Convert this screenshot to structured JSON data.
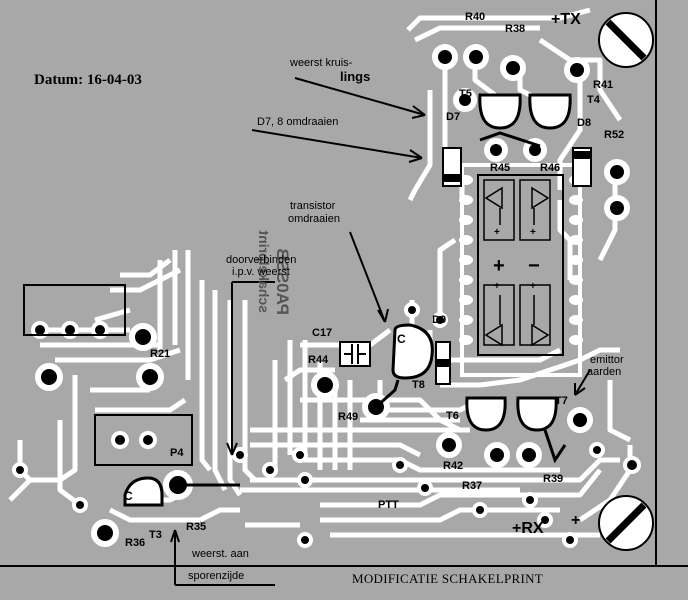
{
  "date_label": "Datum: 16-04-03",
  "title": "MODIFICATIE SCHAKELPRINT",
  "supply_tx": "+TX",
  "supply_rx": "+RX",
  "supply_plus": "+",
  "ptt": "PTT",
  "mirrored_text": {
    "line1": "PA0SSB",
    "line2": "schakelprint"
  },
  "annotations": {
    "weerst_kruislings_1": "weerst kruis-",
    "weerst_kruislings_2": "lings",
    "d7_d8": "D7, 8 omdraaien",
    "transistor_1": "transistor",
    "transistor_2": "omdraaien",
    "doorverbinden_1": "doorverbinden",
    "doorverbinden_2": "i.p.v. weerst",
    "emittor_1": "emittor",
    "emittor_2": "aarden",
    "weerst_aan": "weerst. aan",
    "sporenzijde": "sporenzijde"
  },
  "components": {
    "R40": "R40",
    "R38": "R38",
    "R41": "R41",
    "T5": "T5",
    "T4": "T4",
    "D7": "D7",
    "D8": "D8",
    "R52": "R52",
    "R45": "R45",
    "R46": "R46",
    "C17": "C17",
    "D9": "D9",
    "R44": "R44",
    "T8": "T8",
    "R49": "R49",
    "R21": "R21",
    "P4": "P4",
    "T3": "T3",
    "R35": "R35",
    "R36": "R36",
    "T6": "T6",
    "T7": "T7",
    "R42": "R42",
    "R37": "R37",
    "R39": "R39",
    "C_T8": "C",
    "C_T3": "C"
  },
  "ic_symbols": {
    "plus": "+",
    "minus": "−",
    "small_plus": "+"
  }
}
